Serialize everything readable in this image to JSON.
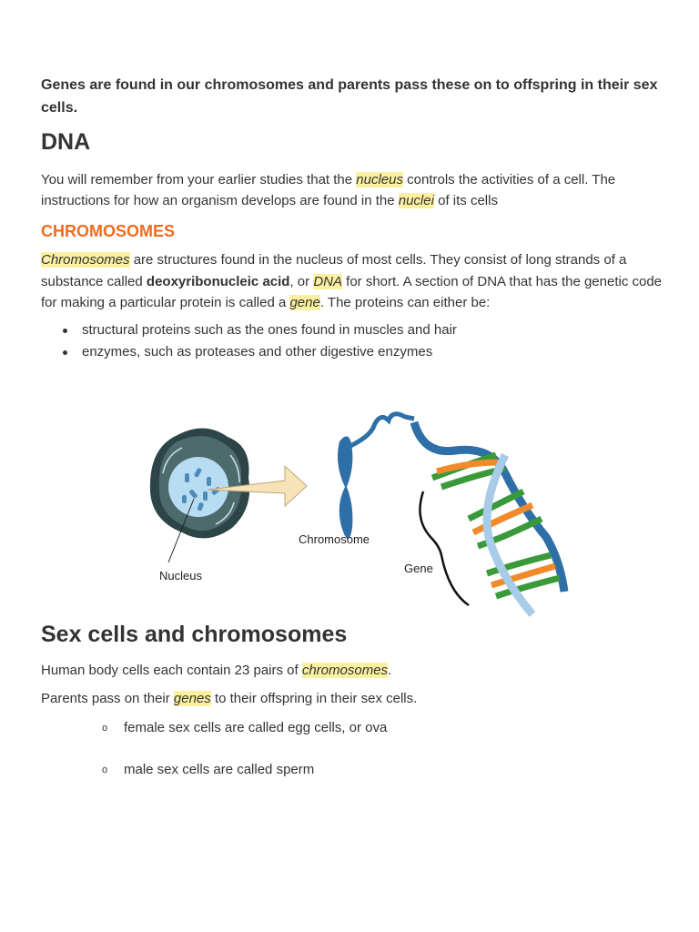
{
  "lead": "Genes are found in our chromosomes and parents pass these on to offspring in their sex cells.",
  "dna_heading": "DNA",
  "dna_para": {
    "t1": "You will remember from your earlier studies that the ",
    "h1": "nucleus",
    "t2": " controls the activities of a cell. The instructions for how an organism develops are found in the ",
    "h2": "nuclei",
    "t3": " of its cells"
  },
  "chromosomes_heading": "CHROMOSOMES",
  "chromosomes_para": {
    "h1": "Chromosomes",
    "t1": " are structures found in the nucleus of most cells. They consist of long strands of a substance called ",
    "b1": "deoxyribonucleic acid",
    "t2": ", or ",
    "h2": "DNA",
    "t3": " for short. A section of DNA that has the genetic code for making a particular protein is called a ",
    "h3": "gene",
    "t4": ". The proteins can either be:"
  },
  "protein_types": [
    "structural proteins such as the ones found in muscles and hair",
    "enzymes, such as proteases and other digestive enzymes"
  ],
  "figure": {
    "labels": {
      "nucleus": "Nucleus",
      "chromosome": "Chromosome",
      "gene": "Gene"
    }
  },
  "sex_heading": "Sex cells and chromosomes",
  "sex_para1": {
    "t1": "Human body cells each contain 23 pairs of ",
    "h1": "chromosomes",
    "t2": "."
  },
  "sex_para2": {
    "t1": "Parents pass on their ",
    "h1": "genes",
    "t2": " to their offspring in their sex cells."
  },
  "sex_cells": [
    "female sex cells are called egg cells, or ova",
    "male sex cells are called sperm"
  ],
  "colors": {
    "accent": "#f26b1d",
    "highlight": "#fbf0a0",
    "text": "#333333"
  }
}
